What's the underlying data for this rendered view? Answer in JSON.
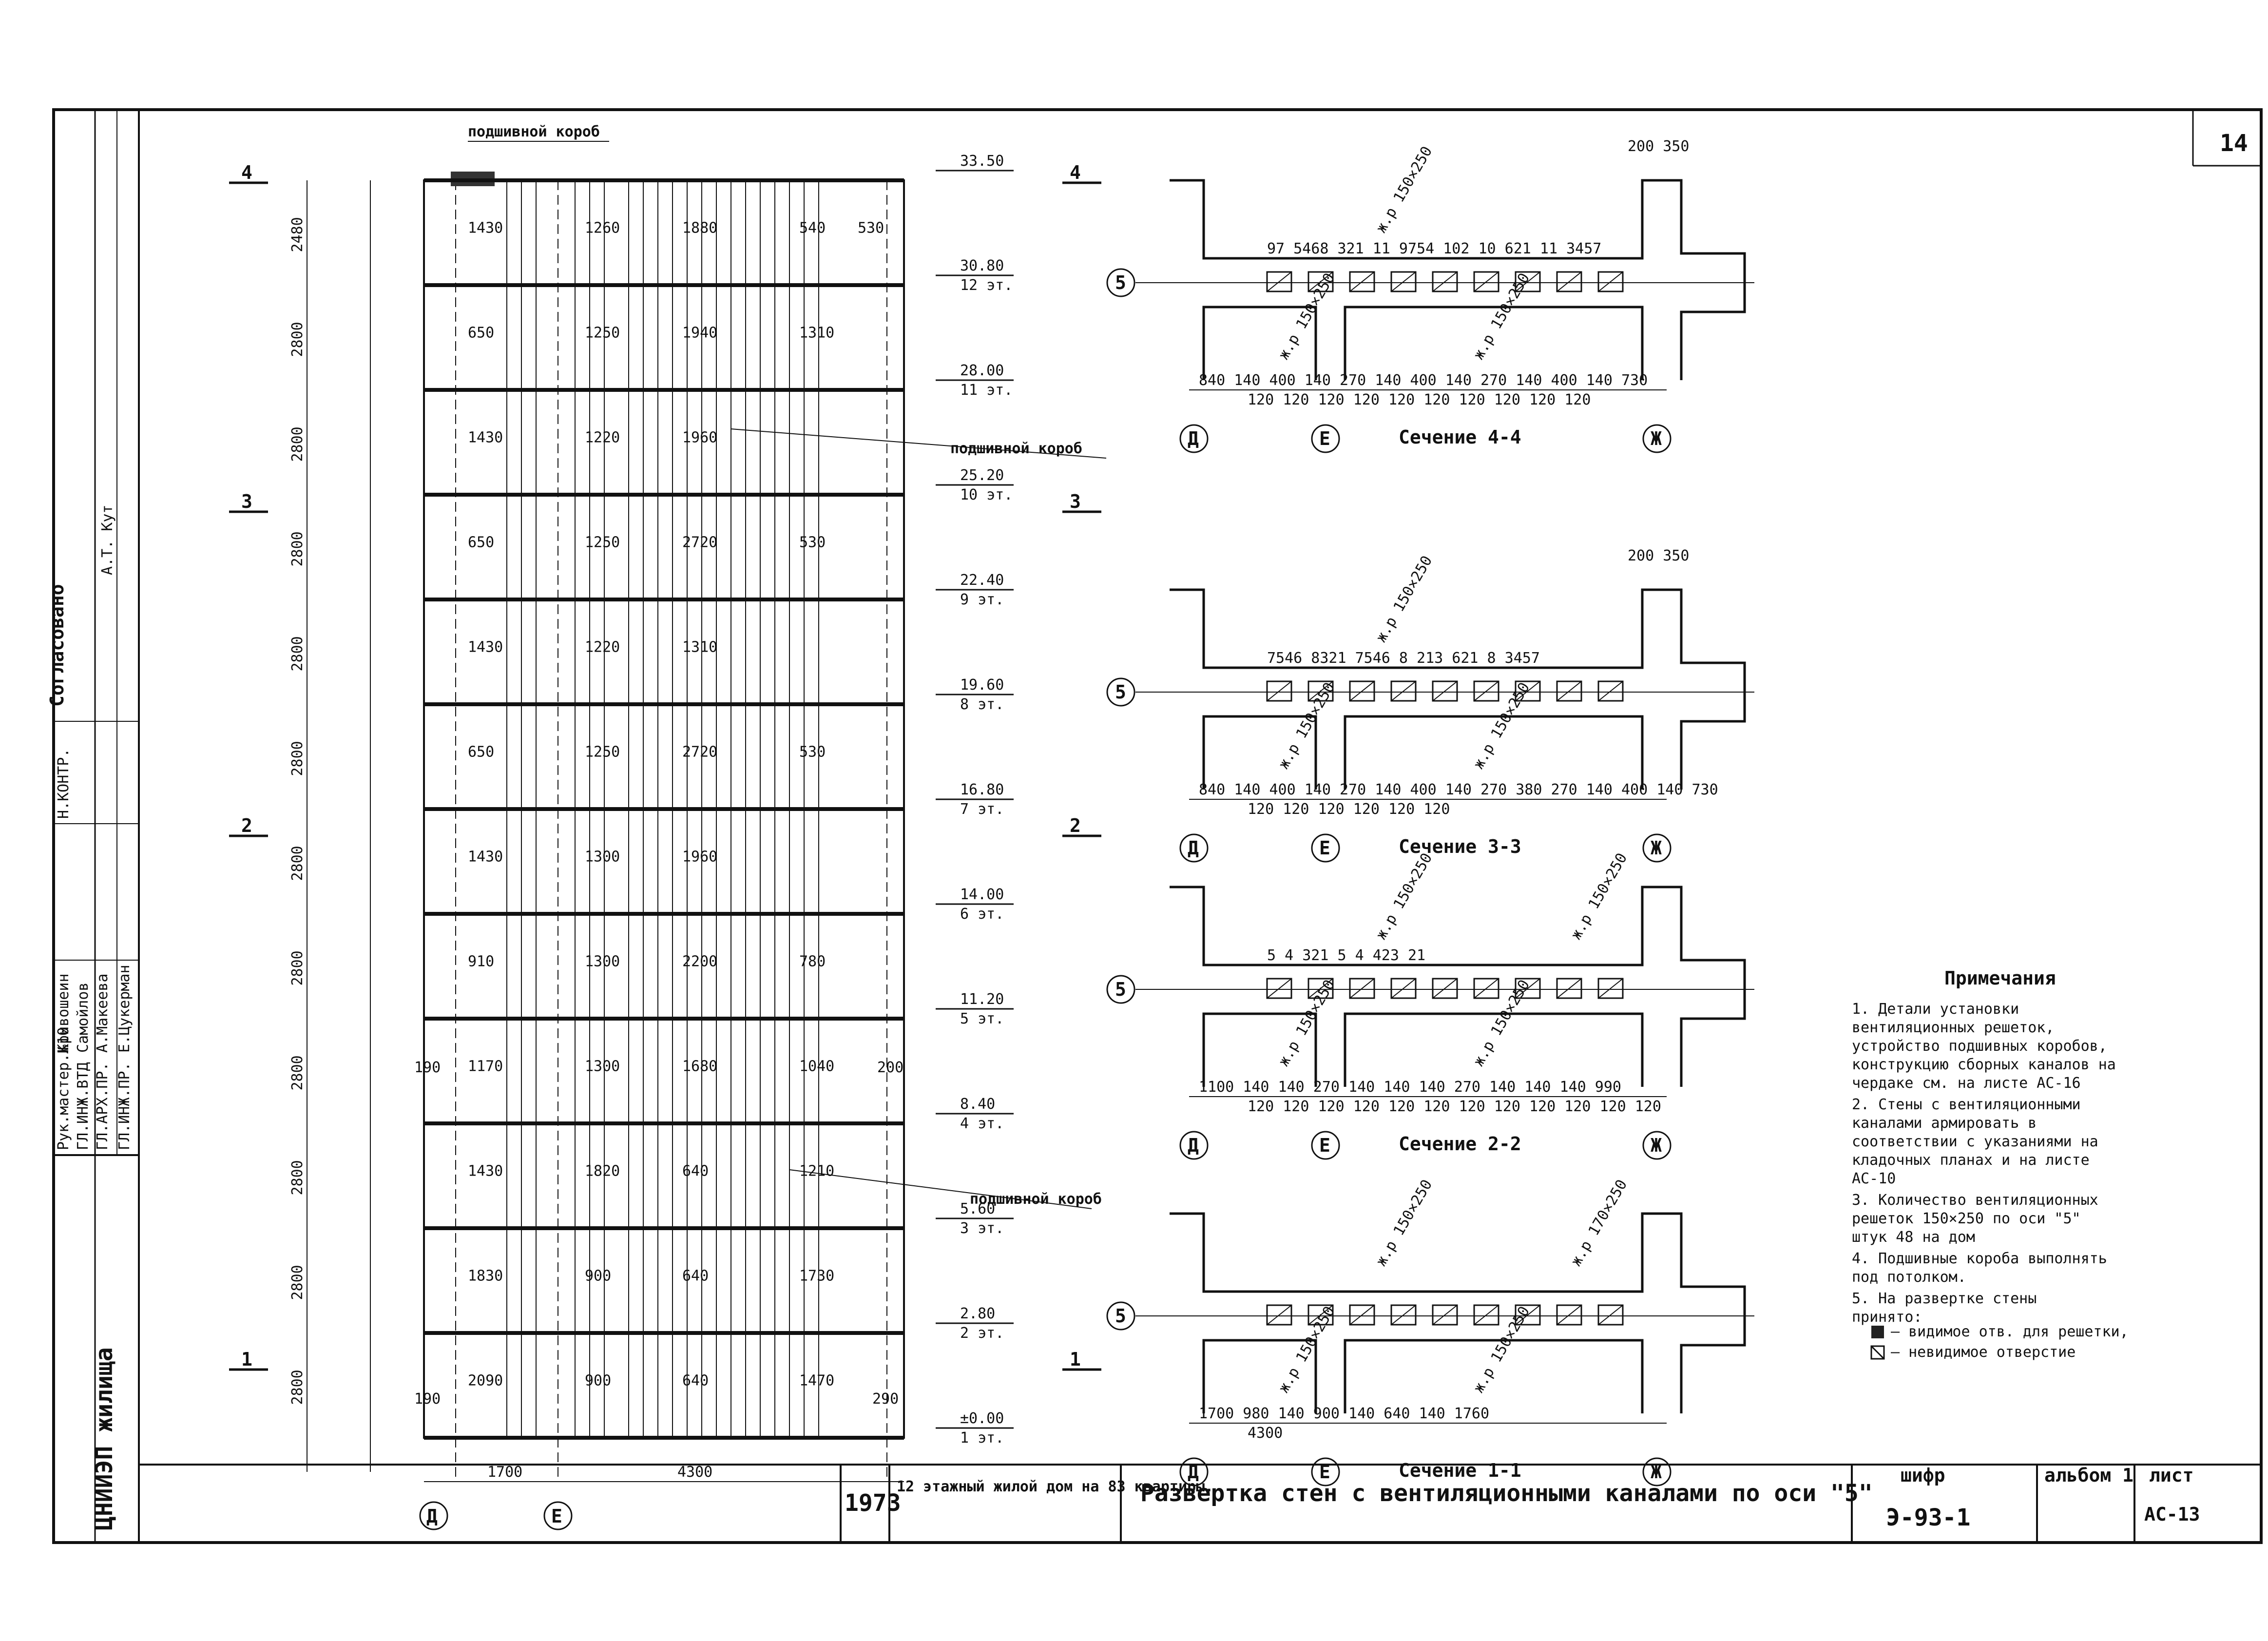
{
  "sheet_number": "14",
  "title_block": {
    "organization": "ЦНИИЭП жилища",
    "year": "1973",
    "project": "12 этажный жилой дом на 83 квартиры.",
    "sheet_title": "Развертка стен с вентиляционными каналами по оси \"5\"",
    "cipher_label": "шифр",
    "cipher_value": "Э-93-1",
    "album_label": "альбом 1",
    "list_label": "лист",
    "list_value": "АС-13"
  },
  "side_stamp": {
    "approved": "Согласовано",
    "approved_sign": "А.Т. Кут",
    "roles": [
      "Н.КОНТР.",
      "Рук.мастер.№10",
      "ГЛ.ИНЖ.ВТД",
      "ГЛ.АРХ.ПР.",
      "ГЛ.ИНЖ.ПР."
    ],
    "names": [
      "Кривошеин",
      "Самойлов",
      "А.Макеева",
      "Е.Цукерман"
    ]
  },
  "elevation": {
    "floor_levels": [
      {
        "value": "33.50",
        "floor": ""
      },
      {
        "value": "30.80",
        "floor": "12 эт."
      },
      {
        "value": "28.00",
        "floor": "11 эт."
      },
      {
        "value": "25.20",
        "floor": "10 эт."
      },
      {
        "value": "22.40",
        "floor": "9 эт."
      },
      {
        "value": "19.60",
        "floor": "8 эт."
      },
      {
        "value": "16.80",
        "floor": "7 эт."
      },
      {
        "value": "14.00",
        "floor": "6 эт."
      },
      {
        "value": "11.20",
        "floor": "5 эт."
      },
      {
        "value": "8.40",
        "floor": "4 эт."
      },
      {
        "value": "5.60",
        "floor": "3 эт."
      },
      {
        "value": "2.80",
        "floor": "2 эт."
      },
      {
        "value": "±0.00",
        "floor": "1 эт."
      }
    ],
    "floor_heights": [
      "2480",
      "2800",
      "2800",
      "2800",
      "2800",
      "2800",
      "2800",
      "2800",
      "2800",
      "2800",
      "2800",
      "2800"
    ],
    "section_marks": [
      "4",
      "3",
      "2",
      "1"
    ],
    "row_dims": [
      [
        "1430",
        "1260",
        "1880",
        "540",
        "530"
      ],
      [
        "650",
        "1250",
        "1940",
        "1310"
      ],
      [
        "1430",
        "1220",
        "1960"
      ],
      [
        "650",
        "1250",
        "2720",
        "530"
      ],
      [
        "1430",
        "1220",
        "1310"
      ],
      [
        "650",
        "1250",
        "2720",
        "530"
      ],
      [
        "1430",
        "1300",
        "1960"
      ],
      [
        "910",
        "1300",
        "2200",
        "780"
      ],
      [
        "1170",
        "1300",
        "1680",
        "1040"
      ],
      [
        "1430",
        "1820",
        "640",
        "1210"
      ],
      [
        "1830",
        "900",
        "640",
        "1730"
      ],
      [
        "2090",
        "900",
        "640",
        "1470"
      ]
    ],
    "bottom_dims": [
      "1700",
      "4300"
    ],
    "axes": [
      "Д",
      "Е"
    ],
    "edge_dims": [
      "190",
      "200",
      "190",
      "290"
    ],
    "callouts": [
      "подшивной короб",
      "подшивной короб",
      "подшивной короб"
    ]
  },
  "sections": [
    {
      "title": "Сечение 4-4",
      "axes": [
        "Д",
        "Е",
        "Ж"
      ],
      "axis_row": "5",
      "top_dims": "200 350",
      "numbers": "97 5468 321 11 9754 102 10 621 11 3457",
      "callouts": [
        "ж.р 150×250",
        "ж.р 150×250",
        "ж.р 150×250"
      ],
      "dims_main": "840 140 400 140 270 140 400 140 270 140 400 140 730",
      "dims_small": "120 120 120 120 120 120 120 120 120 120"
    },
    {
      "title": "Сечение 3-3",
      "axes": [
        "Д",
        "Е",
        "Ж"
      ],
      "axis_row": "5",
      "top_dims": "200 350",
      "numbers": "7546 8321 7546 8 213 621 8 3457",
      "callouts": [
        "ж.р 150×250",
        "ж.р 150×250",
        "ж.р 150×250"
      ],
      "dims_main": "840 140 400 140 270 140 400 140 270 380 270 140 400 140 730",
      "dims_small": "120 120 120 120 120 120"
    },
    {
      "title": "Сечение 2-2",
      "axes": [
        "Д",
        "Е",
        "Ж"
      ],
      "axis_row": "5",
      "top_dims": "",
      "numbers": "5 4 321 5 4 423 21",
      "callouts": [
        "ж.р 150×250",
        "ж.р 150×250",
        "ж.р 150×250",
        "ж.р 150×250"
      ],
      "dims_main": "1100 140 140 270 140 140 140 270 140 140 140 990",
      "dims_small": "120 120 120 120 120 120 120 120 120 120 120 120"
    },
    {
      "title": "Сечение 1-1",
      "axes": [
        "Д",
        "Е",
        "Ж"
      ],
      "axis_row": "5",
      "top_dims": "",
      "numbers": "",
      "callouts": [
        "ж.р 150×250",
        "ж.р 150×250",
        "ж.р 150×250",
        "ж.р 170×250"
      ],
      "dims_main": "1700 980 140 900 140 640 140 1760",
      "dims_small": "4300"
    }
  ],
  "notes": {
    "heading": "Примечания",
    "items": [
      "1. Детали установки вентиляционных решеток, устройство подшивных коробов, конструкцию сборных каналов на чердаке см. на листе АС-16",
      "2. Стены с вентиляционными каналами армировать в соответствии с указаниями на кладочных планах и на листе АС-10",
      "3. Количество вентиляционных решеток 150×250 по оси \"5\" штук 48 на дом",
      "4. Подшивные короба выполнять под потолком.",
      "5. На развертке стены принято:"
    ],
    "legend": [
      "— видимое отв. для решетки,",
      "— невидимое отверстие"
    ]
  }
}
